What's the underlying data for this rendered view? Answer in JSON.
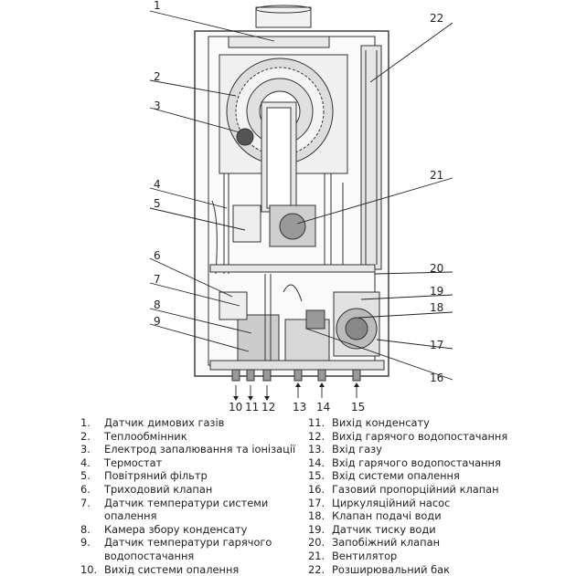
{
  "diagram": {
    "callouts": [
      "1",
      "2",
      "3",
      "4",
      "5",
      "6",
      "7",
      "8",
      "9",
      "22",
      "21",
      "20",
      "19",
      "18",
      "17",
      "16"
    ],
    "bottom_labels": [
      "10",
      "11",
      "12",
      "13",
      "14",
      "15"
    ]
  },
  "legend": {
    "left": [
      {
        "num": "1.",
        "text": "Датчик димових газів"
      },
      {
        "num": "2.",
        "text": "Теплообмінник"
      },
      {
        "num": "3.",
        "text": "Електрод запалювання та іонізації"
      },
      {
        "num": "4.",
        "text": "Термостат"
      },
      {
        "num": "5.",
        "text": "Повітряний фільтр"
      },
      {
        "num": "6.",
        "text": "Триходовий клапан"
      },
      {
        "num": "7.",
        "text": "Датчик температури системи опалення"
      },
      {
        "num": "8.",
        "text": "Камера збору конденсату"
      },
      {
        "num": "9.",
        "text": "Датчик температури гарячого водопостачання"
      },
      {
        "num": "10.",
        "text": "Вихід системи опалення"
      }
    ],
    "right": [
      {
        "num": "11.",
        "text": "Вихід конденсату"
      },
      {
        "num": "12.",
        "text": "Вихід гарячого водопостачання"
      },
      {
        "num": "13.",
        "text": "Вхід газу"
      },
      {
        "num": "14.",
        "text": "Вхід гарячого водопостачання"
      },
      {
        "num": "15.",
        "text": "Вхід системи опалення"
      },
      {
        "num": "16.",
        "text": "Газовий пропорційний клапан"
      },
      {
        "num": "17.",
        "text": "Циркуляційний насос"
      },
      {
        "num": "18.",
        "text": "Клапан подачі води"
      },
      {
        "num": "19.",
        "text": "Датчик тиску води"
      },
      {
        "num": "20.",
        "text": "Запобіжний клапан"
      },
      {
        "num": "21.",
        "text": "Вентилятор"
      },
      {
        "num": "22.",
        "text": "Розширювальний бак"
      }
    ]
  }
}
